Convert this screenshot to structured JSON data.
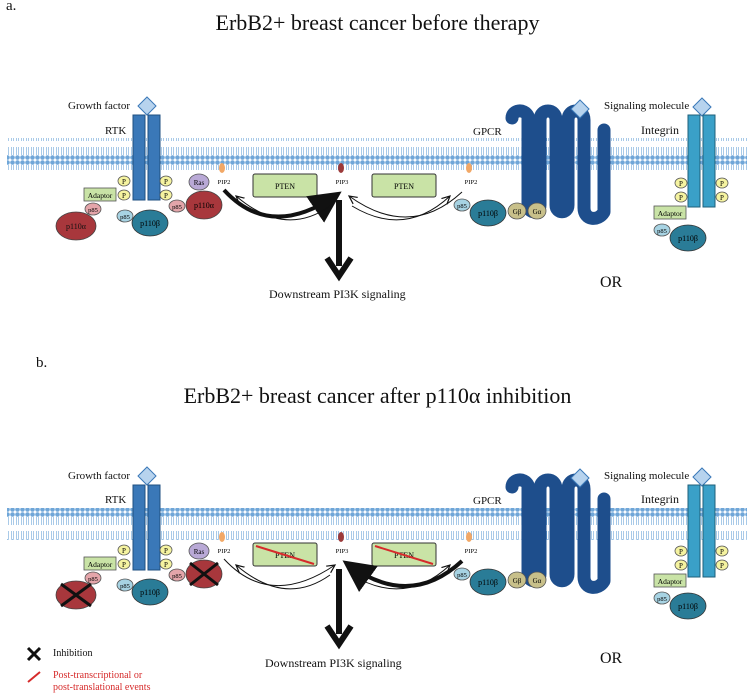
{
  "colors": {
    "membrane": "#6fa6d8",
    "receptor": "#3a78b8",
    "gpcr": "#1e4e8c",
    "integrin": "#3aa0c8",
    "p110a": "#a8373c",
    "p110b": "#2a7c97",
    "p85": "#a7d3e3",
    "p85_alt": "#e4a5aa",
    "phospho": "#f5f3a0",
    "adaptor": "#c9e3a6",
    "pten": "#c9e3a6",
    "ras": "#b9a9d6",
    "gbeta": "#c8c08a",
    "pip2": "#f2a866",
    "pip3": "#9c3a3a",
    "ligand": "#b7d3ee",
    "inhibition": "#111111",
    "post_events": "#d62b2b"
  },
  "panel_a": {
    "letter": "a.",
    "title": "ErbB2+ breast cancer before therapy",
    "growth_factor": "Growth factor",
    "rtk": "RTK",
    "gpcr": "GPCR",
    "signaling_molecule": "Signaling molecule",
    "integrin": "Integrin",
    "downstream": "Downstream PI3K signaling",
    "or": "OR",
    "pip2_left": "PIP2",
    "pip3": "PIP3",
    "pip2_right": "PIP2",
    "pten_left": "PTEN",
    "pten_right": "PTEN",
    "adaptor": "Adaptor",
    "phospho": "P",
    "p85": "p85",
    "p110a": "p110α",
    "p110b": "p110β",
    "ras": "Ras",
    "gbeta": "Gβ",
    "galpha": "Gα",
    "integrin_adaptor": "Adaptor"
  },
  "panel_b": {
    "letter": "b.",
    "title": "ErbB2+ breast cancer after p110α inhibition",
    "growth_factor": "Growth factor",
    "rtk": "RTK",
    "gpcr": "GPCR",
    "signaling_molecule": "Signaling molecule",
    "integrin": "Integrin",
    "downstream": "Downstream PI3K signaling",
    "or": "OR",
    "pip2_left": "PIP2",
    "pip3": "PIP3",
    "pip2_right": "PIP2",
    "pten_left": "PTEN",
    "pten_right": "PTEN",
    "adaptor": "Adaptor",
    "phospho": "P",
    "p85": "p85",
    "p110b": "p110β",
    "ras": "Ras",
    "gbeta": "Gβ",
    "galpha": "Gα",
    "integrin_adaptor": "Adaptor"
  },
  "legend": {
    "inhibition": "Inhibition",
    "post_events_line1": "Post-transcriptional or",
    "post_events_line2": "post-translational events"
  }
}
